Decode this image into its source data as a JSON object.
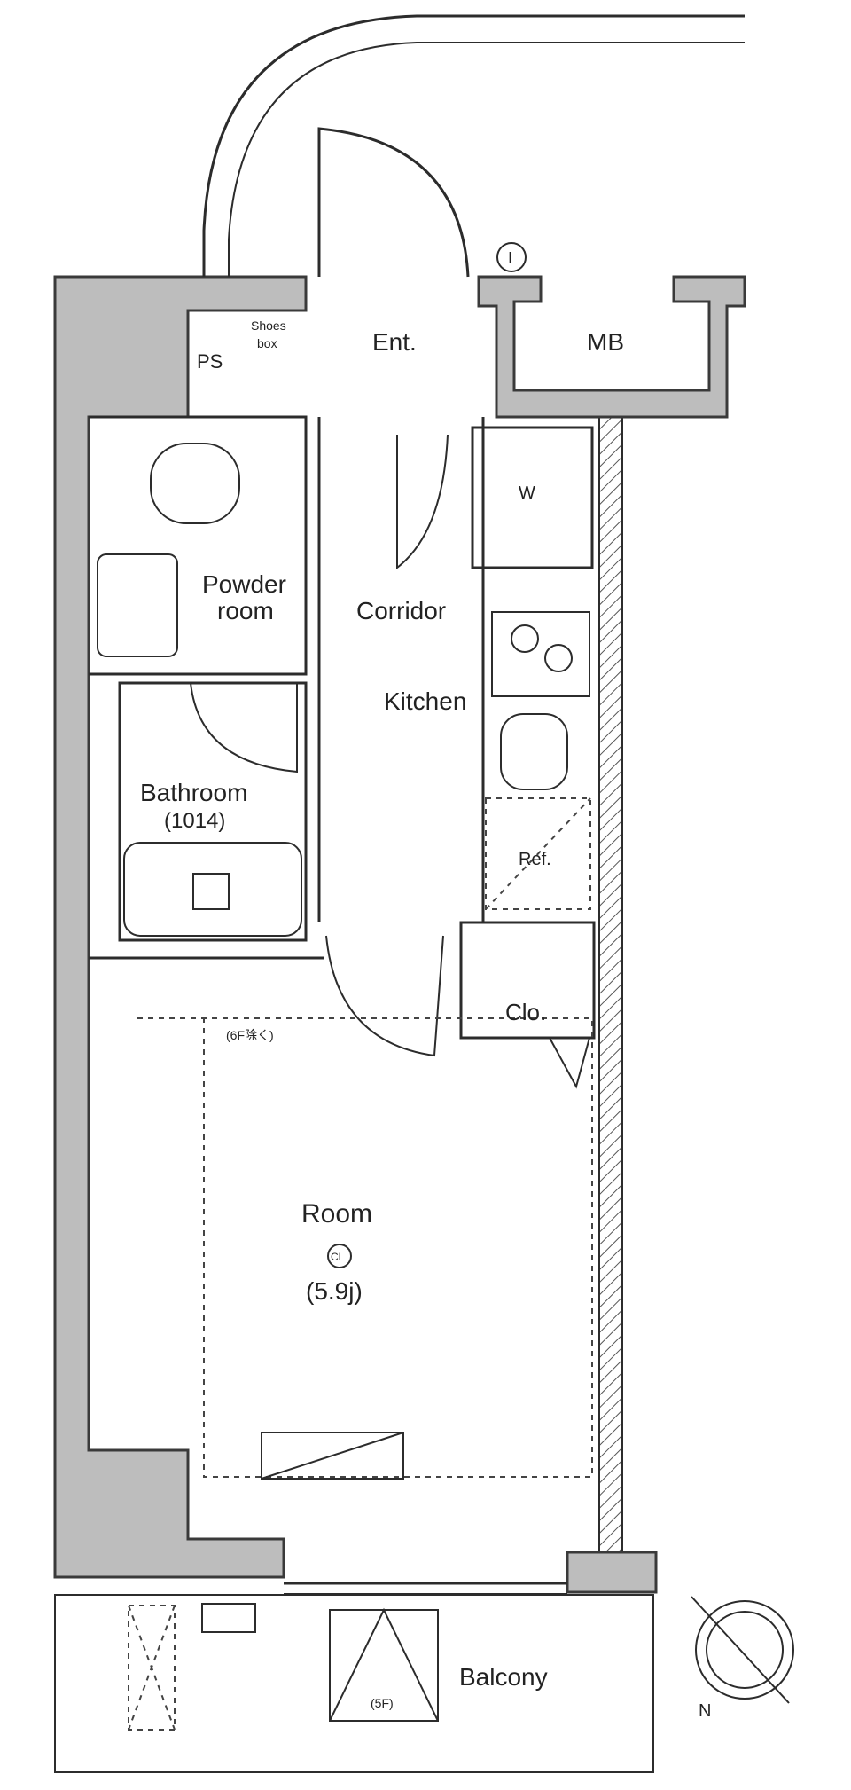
{
  "labels": {
    "ps": "PS",
    "shoes_line1": "Shoes",
    "shoes_line2": "box",
    "entrance": "Ent.",
    "mb": "MB",
    "washer": "W",
    "powder_line1": "Powder",
    "powder_line2": "room",
    "corridor": "Corridor",
    "kitchen": "Kitchen",
    "bathroom": "Bathroom",
    "bathroom_size": "(1014)",
    "refrigerator": "Ref.",
    "closet": "Clo.",
    "room_note": "(6F除く)",
    "room": "Room",
    "room_cl": "CL",
    "room_size": "(5.9j)",
    "balcony": "Balcony",
    "balcony_note": "(5F)",
    "column_marker": "I",
    "north": "N"
  },
  "colors": {
    "wall": "#bdbdbd",
    "line": "#2c2c2c",
    "background": "#ffffff"
  }
}
